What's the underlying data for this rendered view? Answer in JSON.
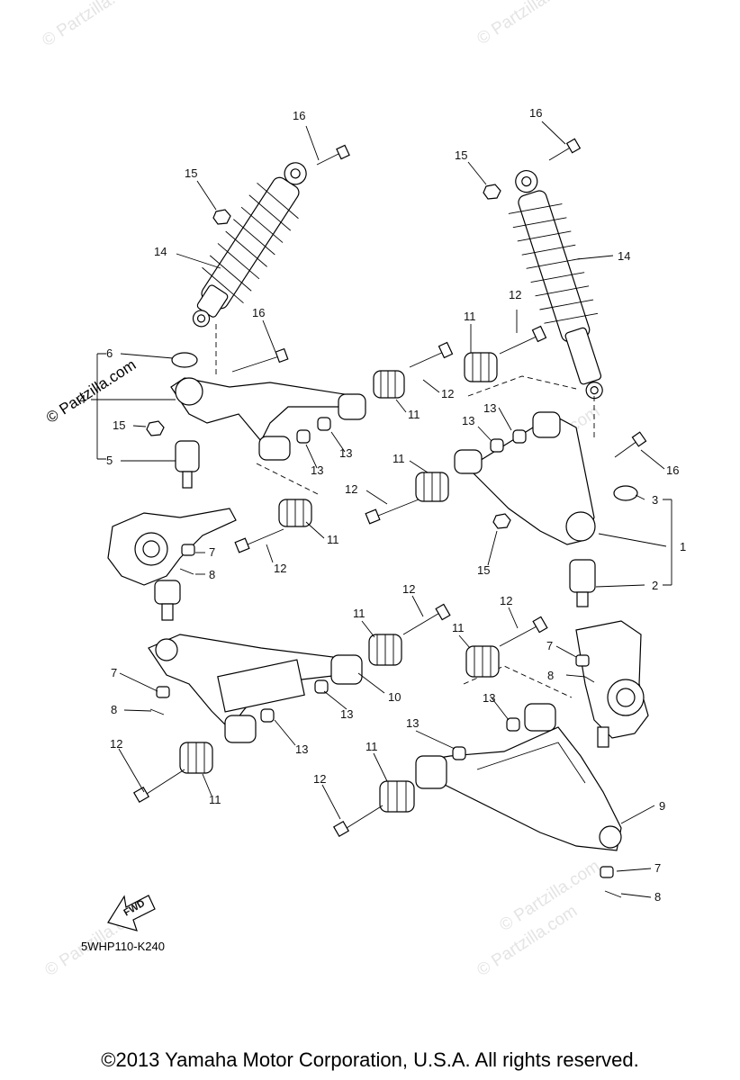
{
  "diagram": {
    "drawing_code": "5WHP110-K240",
    "fwd_label": "FWD",
    "side_watermark": "© Partzilla.com",
    "watermark": "© Partzilla.com",
    "copyright": "©2013  Yamaha Motor Corporation, U.S.A. All rights reserved.",
    "callouts": {
      "c16a": "16",
      "c15a": "15",
      "c14a": "14",
      "c16b": "16",
      "c6": "6",
      "c4": "4",
      "c15b": "15",
      "c5": "5",
      "c7a": "7",
      "c8a": "8",
      "c16c": "16",
      "c15c": "15",
      "c14b": "14",
      "c12a": "12",
      "c11a": "11",
      "c12b": "12",
      "c11b": "11",
      "c13a": "13",
      "c13b": "13",
      "c13c": "13",
      "c13d": "13",
      "c16d": "16",
      "c11c": "11",
      "c12c": "12",
      "c3": "3",
      "c11d": "11",
      "c12d": "12",
      "c1": "1",
      "c15d": "15",
      "c2": "2",
      "c12e": "12",
      "c11e": "11",
      "c12f": "12",
      "c11f": "11",
      "c7b": "7",
      "c7c": "7",
      "c8b": "8",
      "c8c": "8",
      "c10": "10",
      "c13e": "13",
      "c13f": "13",
      "c12g": "12",
      "c13g": "13",
      "c11g": "11",
      "c11h": "11",
      "c12h": "12",
      "c9": "9",
      "c7d": "7",
      "c8d": "8"
    }
  }
}
